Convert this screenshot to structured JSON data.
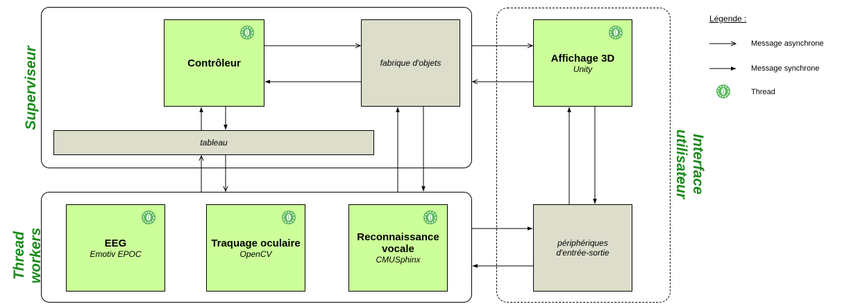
{
  "groups": {
    "superviseur": "Superviseur",
    "workers_line1": "Thread",
    "workers_line2": "workers",
    "interface_line1": "Interface",
    "interface_line2": "utilisateur"
  },
  "nodes": {
    "controleur": {
      "title": "Contrôleur"
    },
    "fabrique": {
      "label": "fabrique d'objets"
    },
    "affichage": {
      "title": "Affichage 3D",
      "subtitle": "Unity"
    },
    "tableau": {
      "label": "tableau"
    },
    "eeg": {
      "title": "EEG",
      "subtitle": "Emotiv EPOC"
    },
    "traquage": {
      "title": "Traquage oculaire",
      "subtitle": "OpenCV"
    },
    "reconnaissance": {
      "title_line1": "Reconnaissance",
      "title_line2": "vocale",
      "subtitle": "CMUSphinx"
    },
    "peripheriques": {
      "label_line1": "périphériques",
      "label_line2": "d'entrée-sortie"
    }
  },
  "legend": {
    "title": "Légende :",
    "async": "Message asynchrone",
    "sync": "Message synchrone",
    "thread": "Thread"
  },
  "colors": {
    "thread_box": "#ccff99",
    "passive_box": "#ddddcc",
    "group_label": "#1a8a1a"
  }
}
